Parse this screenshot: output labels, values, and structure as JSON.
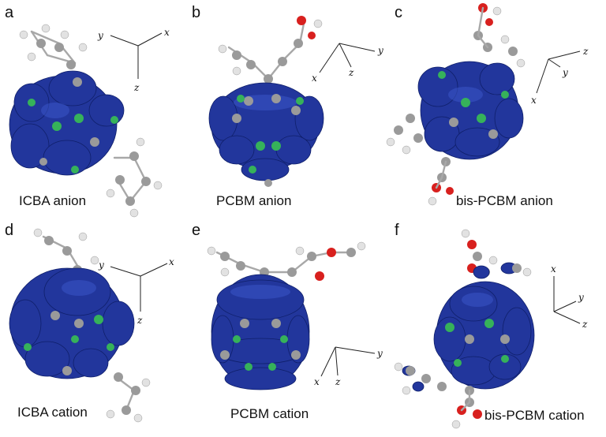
{
  "panels": [
    {
      "letter": "a",
      "caption": "ICBA anion",
      "axes": [
        "y",
        "x",
        "z"
      ]
    },
    {
      "letter": "b",
      "caption": "PCBM anion",
      "axes": [
        "y",
        "x",
        "z"
      ]
    },
    {
      "letter": "c",
      "caption": "bis-PCBM anion",
      "axes": [
        "z",
        "y",
        "x"
      ]
    },
    {
      "letter": "d",
      "caption": "ICBA cation",
      "axes": [
        "y",
        "x",
        "z"
      ]
    },
    {
      "letter": "e",
      "caption": "PCBM cation",
      "axes": [
        "y",
        "x",
        "z"
      ]
    },
    {
      "letter": "f",
      "caption": "bis-PCBM cation",
      "axes": [
        "x",
        "y",
        "z"
      ]
    }
  ],
  "colors": {
    "orbital": "#22369c",
    "carbon": "#9a9a9a",
    "hydrogen": "#e2e2e2",
    "oxygen": "#d8201e",
    "highlight": "#36b25a"
  }
}
